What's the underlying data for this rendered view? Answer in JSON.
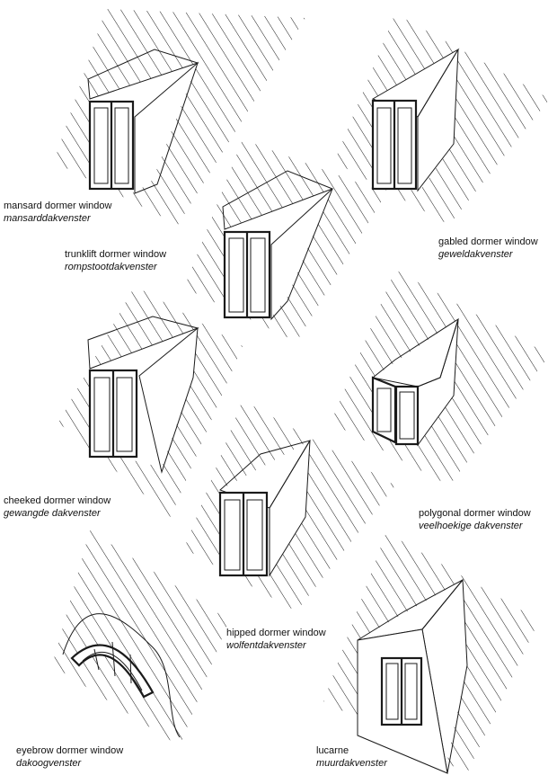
{
  "figures": [
    {
      "id": "mansard",
      "en": "mansard dormer window",
      "nl": "mansarddakvenster"
    },
    {
      "id": "trunklift",
      "en": "trunklift dormer window",
      "nl": "rompstootdakvenster"
    },
    {
      "id": "gabled",
      "en": "gabled dormer window",
      "nl": "geweldakvenster"
    },
    {
      "id": "cheeked",
      "en": "cheeked dormer window",
      "nl": "gewangde dakvenster"
    },
    {
      "id": "polygonal",
      "en": "polygonal dormer window",
      "nl": "veelhoekige dakvenster"
    },
    {
      "id": "hipped",
      "en": "hipped dormer window",
      "nl": "wolfentdakvenster"
    },
    {
      "id": "eyebrow",
      "en": "eyebrow dormer window",
      "nl": "dakoogvenster"
    },
    {
      "id": "lucarne",
      "en": "lucarne",
      "nl": "muurdakvenster"
    }
  ],
  "colors": {
    "ink": "#1a1a1a",
    "paper": "#ffffff"
  }
}
